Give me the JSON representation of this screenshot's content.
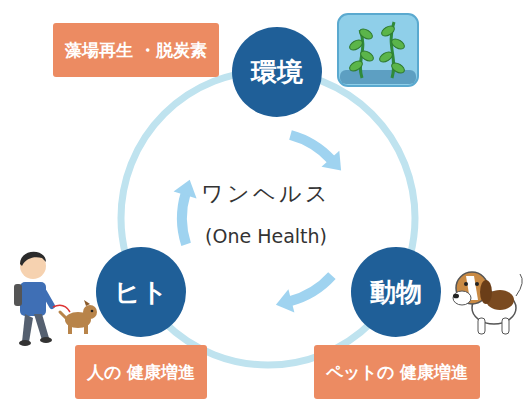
{
  "diagram": {
    "nodes": [
      {
        "text": [
          "藻場再生 ・脱炭素"
        ]
      },
      {
        "text": [
          "環境"
        ]
      },
      {
        "text": [
          "ヒト"
        ]
      },
      {
        "text": [
          "動物"
        ]
      },
      {
        "text": [
          "人の 健康増進"
        ]
      },
      {
        "text": [
          "ペットの 健康増進"
        ]
      }
    ],
    "edges": [
      {
        "from": 1,
        "to": 3,
        "arrow": "to"
      },
      {
        "from": 3,
        "to": 2,
        "arrow": "to"
      },
      {
        "from": 2,
        "to": 1,
        "arrow": "to"
      }
    ],
    "labels": [
      "ワンヘルス",
      "(One Health)"
    ]
  }
}
